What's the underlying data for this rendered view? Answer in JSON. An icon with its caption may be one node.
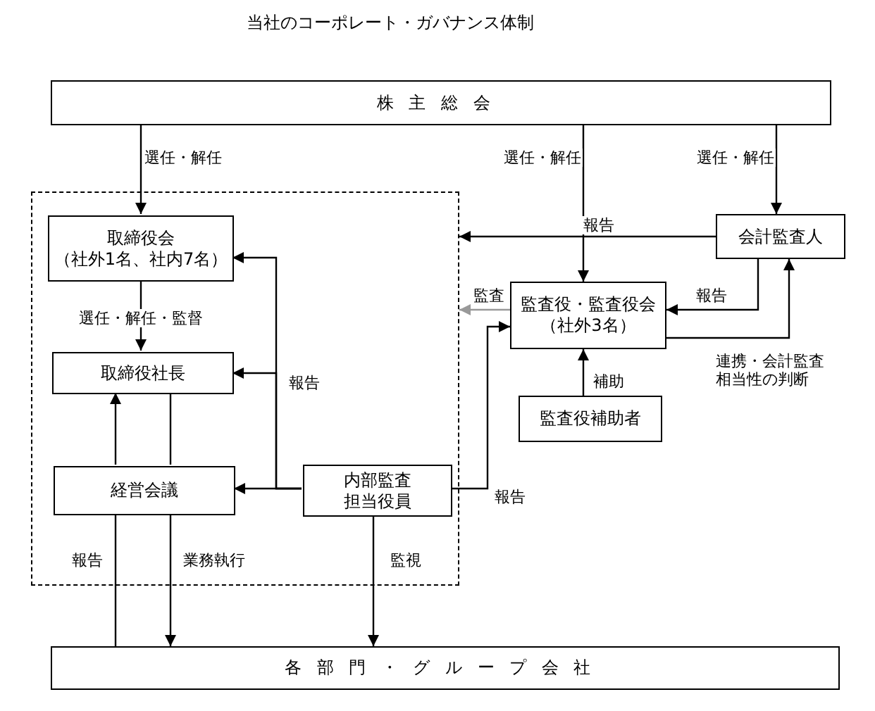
{
  "diagram": {
    "title": "当社のコーポレート・ガバナンス体制",
    "nodes": [
      {
        "text": [
          "株主総会"
        ]
      },
      {
        "text": [],
        "shape": "box"
      },
      {
        "text": [
          "取締役会",
          "（社外1名、社内7名）"
        ],
        "in": 1
      },
      {
        "text": [
          "会計監査人"
        ]
      },
      {
        "text": [
          "監査役・監査役会",
          "（社外3名）"
        ]
      },
      {
        "text": [
          "取締役社長"
        ],
        "in": 1
      },
      {
        "text": [
          "監査役補助者"
        ]
      },
      {
        "text": [
          "経営会議"
        ],
        "in": 1
      },
      {
        "text": [
          "内部監査担当役員"
        ],
        "in": 1
      },
      {
        "text": [
          "各部門・グループ会社"
        ]
      }
    ],
    "edges": [
      {
        "from": 0,
        "to": 2,
        "arrow": "to",
        "label": "選任・解任"
      },
      {
        "from": 0,
        "to": 4,
        "arrow": "to",
        "label": "選任・解任"
      },
      {
        "from": 0,
        "to": 3,
        "arrow": "to",
        "label": "選任・解任"
      },
      {
        "from": 3,
        "to": 1,
        "arrow": "to",
        "label": "報告"
      },
      {
        "from": 2,
        "to": 5,
        "arrow": "to",
        "label": "選任・解任・監督"
      },
      {
        "from": 4,
        "to": 1,
        "arrow": "to",
        "label": "監査",
        "color": "#999999"
      },
      {
        "from": 3,
        "to": 4,
        "arrow": "to",
        "label": "報告"
      },
      {
        "from": 4,
        "to": 3,
        "arrow": "to",
        "label": "連携・会計監査相当性の判断"
      },
      {
        "from": 6,
        "to": 4,
        "arrow": "to",
        "label": "補助"
      },
      {
        "from": 7,
        "to": 5,
        "arrow": "to"
      },
      {
        "from": 5,
        "to": 7,
        "arrow": "none"
      },
      {
        "from": 8,
        "to": 2,
        "arrow": "to"
      },
      {
        "from": 8,
        "to": 5,
        "arrow": "to",
        "label": "報告"
      },
      {
        "from": 8,
        "to": 7,
        "arrow": "to"
      },
      {
        "from": 8,
        "to": 4,
        "arrow": "to",
        "label": "報告"
      },
      {
        "from": 9,
        "to": 7,
        "arrow": "none",
        "label": "報告"
      },
      {
        "from": 7,
        "to": 9,
        "arrow": "to",
        "label": "業務執行"
      },
      {
        "from": 8,
        "to": 9,
        "arrow": "to",
        "label": "監視"
      }
    ]
  }
}
